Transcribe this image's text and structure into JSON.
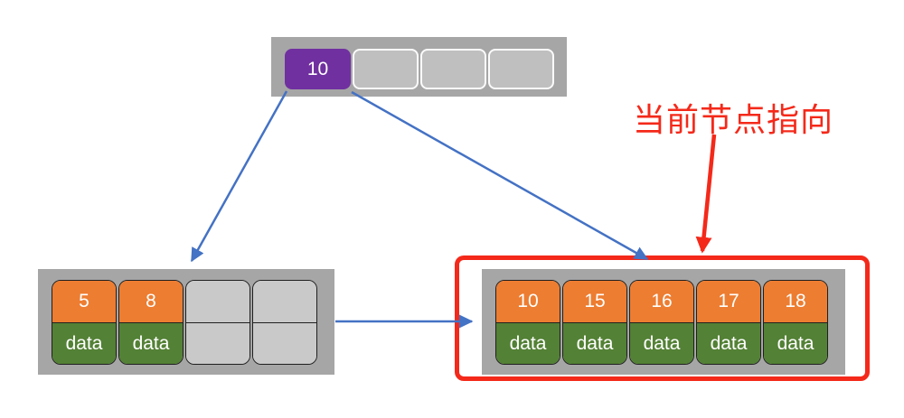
{
  "colors": {
    "gray": "#a6a6a6",
    "cellgray": "#c9c9c9",
    "rootcellgray": "#bfbfbf",
    "cellborder": "#1f1f1f",
    "orange": "#ed7d31",
    "green": "#538135",
    "purple": "#7030a0",
    "blue": "#4472c4",
    "red": "#f4291a"
  },
  "root_node": {
    "cells": [
      {
        "key": "10",
        "filled": true
      },
      {
        "key": "",
        "filled": false
      },
      {
        "key": "",
        "filled": false
      },
      {
        "key": "",
        "filled": false
      }
    ]
  },
  "left_leaf_node": {
    "columns": [
      {
        "key": "5",
        "value": "data",
        "filled": true
      },
      {
        "key": "8",
        "value": "data",
        "filled": true
      },
      {
        "key": "",
        "value": "",
        "filled": false
      },
      {
        "key": "",
        "value": "",
        "filled": false
      }
    ]
  },
  "right_leaf_node": {
    "columns": [
      {
        "key": "10",
        "value": "data",
        "filled": true
      },
      {
        "key": "15",
        "value": "data",
        "filled": true
      },
      {
        "key": "16",
        "value": "data",
        "filled": true
      },
      {
        "key": "17",
        "value": "data",
        "filled": true
      },
      {
        "key": "18",
        "value": "data",
        "filled": true
      }
    ]
  },
  "annotation": {
    "label": "当前节点指向"
  }
}
